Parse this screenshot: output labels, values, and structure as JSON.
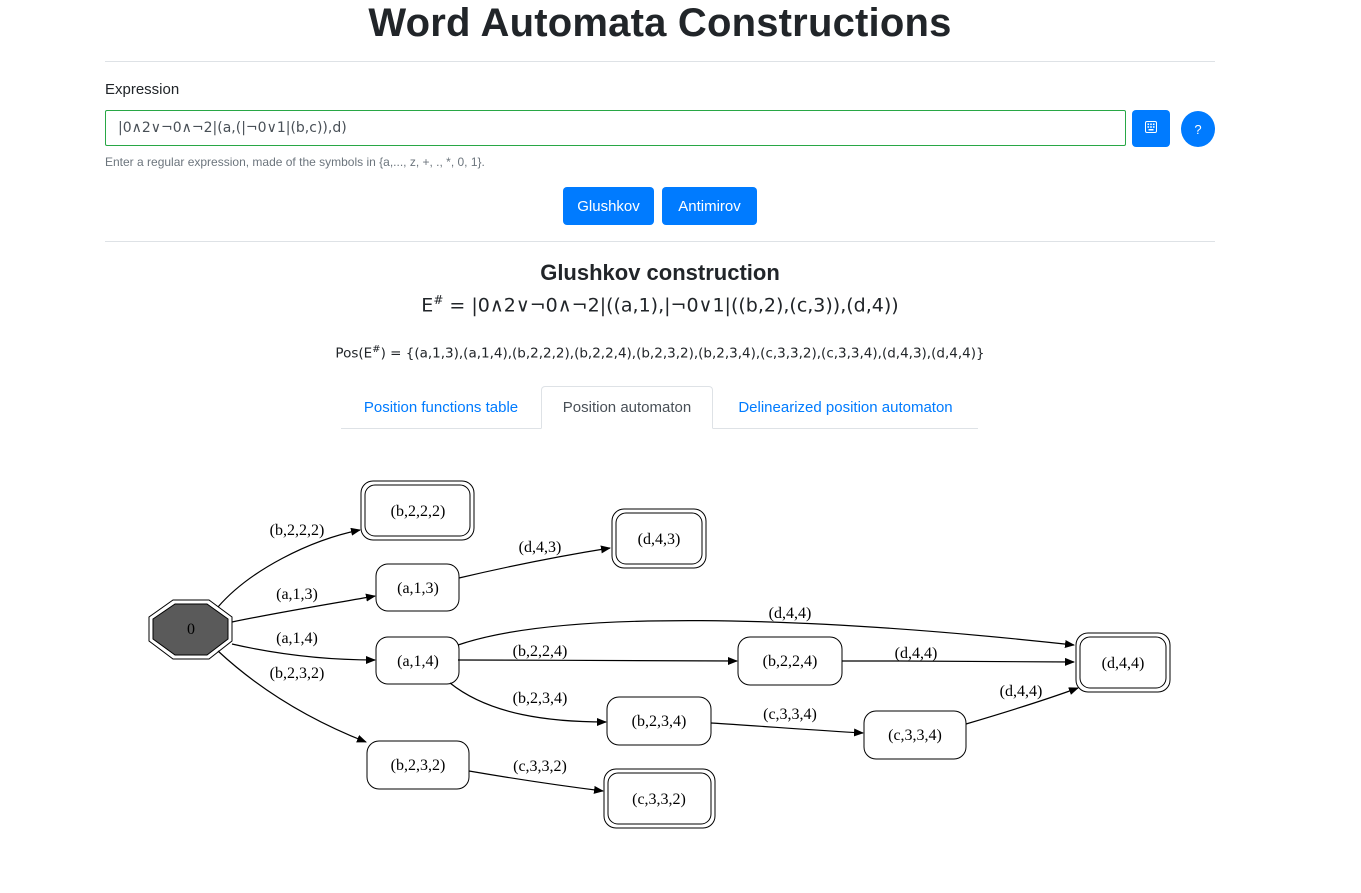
{
  "page": {
    "title": "Word Automata Constructions"
  },
  "expression": {
    "label": "Expression",
    "value": "|0∧2∨¬0∧¬2|(a,(|¬0∨1|(b,c)),d)",
    "hint": "Enter a regular expression, made of the symbols in {a,..., z, +, ., *, 0, 1}.",
    "keyboard_icon": "keyboard-icon",
    "help_label": "?"
  },
  "buttons": {
    "glushkov": "Glushkov",
    "antimirov": "Antimirov"
  },
  "result": {
    "section_title": "Glushkov construction",
    "esharp_lhs": "E",
    "esharp_sup": "#",
    "esharp_rhs": " = |0∧2∨¬0∧¬2|((a,1),|¬0∨1|((b,2),(c,3)),(d,4))",
    "pos_prefix": "Pos(E",
    "pos_sup": "#",
    "pos_suffix": ") = {(a,1,3),(a,1,4),(b,2,2,2),(b,2,2,4),(b,2,3,2),(b,2,3,4),(c,3,3,2),(c,3,3,4),(d,4,3),(d,4,4)}"
  },
  "tabs": [
    {
      "label": "Position functions table",
      "active": false
    },
    {
      "label": "Position automaton",
      "active": true
    },
    {
      "label": "Delinearized position automaton",
      "active": false
    }
  ],
  "automaton": {
    "initial_state": "0",
    "states": [
      "(b,2,2,2)",
      "(d,4,3)",
      "(a,1,3)",
      "(a,1,4)",
      "(b,2,2,4)",
      "(d,4,4)",
      "(b,2,3,4)",
      "(c,3,3,4)",
      "(b,2,3,2)",
      "(c,3,3,2)"
    ],
    "final_states": [
      "(b,2,2,2)",
      "(d,4,3)",
      "(d,4,4)",
      "(c,3,3,2)"
    ],
    "transitions": [
      {
        "from": "0",
        "to": "(b,2,2,2)",
        "label": "(b,2,2,2)"
      },
      {
        "from": "0",
        "to": "(a,1,3)",
        "label": "(a,1,3)"
      },
      {
        "from": "0",
        "to": "(a,1,4)",
        "label": "(a,1,4)"
      },
      {
        "from": "0",
        "to": "(b,2,3,2)",
        "label": "(b,2,3,2)"
      },
      {
        "from": "(a,1,3)",
        "to": "(d,4,3)",
        "label": "(d,4,3)"
      },
      {
        "from": "(a,1,4)",
        "to": "(d,4,4)",
        "label": "(d,4,4)"
      },
      {
        "from": "(a,1,4)",
        "to": "(b,2,2,4)",
        "label": "(b,2,2,4)"
      },
      {
        "from": "(a,1,4)",
        "to": "(b,2,3,4)",
        "label": "(b,2,3,4)"
      },
      {
        "from": "(b,2,2,4)",
        "to": "(d,4,4)",
        "label": "(d,4,4)"
      },
      {
        "from": "(b,2,3,4)",
        "to": "(c,3,3,4)",
        "label": "(c,3,3,4)"
      },
      {
        "from": "(c,3,3,4)",
        "to": "(d,4,4)",
        "label": "(d,4,4)"
      },
      {
        "from": "(b,2,3,2)",
        "to": "(c,3,3,2)",
        "label": "(c,3,3,2)"
      }
    ]
  }
}
